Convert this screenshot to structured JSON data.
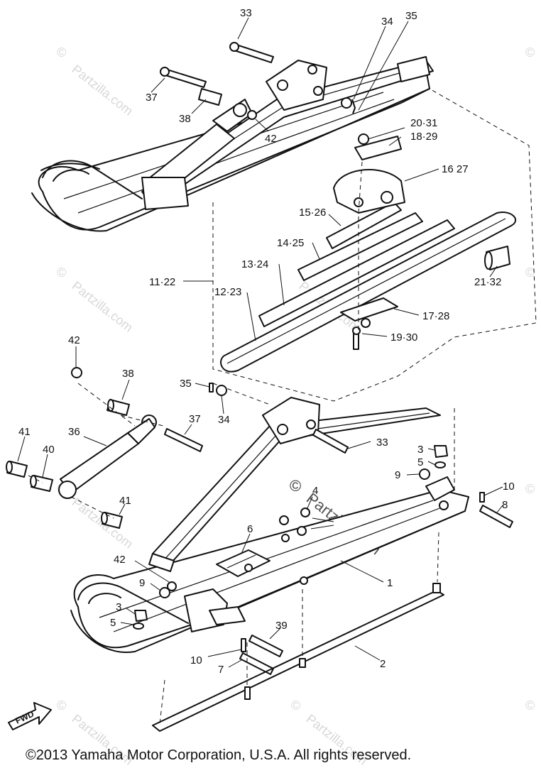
{
  "watermark": {
    "site": "Partzilla.com",
    "symbol": "©"
  },
  "footer": {
    "copyright": "©2013  Yamaha Motor Corporation, U.S.A. All rights reserved."
  },
  "fwd_label": "FWD",
  "callouts": {
    "c33a": "33",
    "c34a": "34",
    "c35a": "35",
    "c37a": "37",
    "c38a": "38",
    "c42a": "42",
    "c2031": "20·31",
    "c1829": "18·29",
    "c1627": "16  27",
    "c1526": "15·26",
    "c1425": "14·25",
    "c1324": "13·24",
    "c1122": "11·22",
    "c1223": "12·23",
    "c2132": "21·32",
    "c1728": "17·28",
    "c1930": "19·30",
    "c42b": "42",
    "c38b": "38",
    "c35b": "35",
    "c34b": "34",
    "c37b": "37",
    "c36": "36",
    "c41a": "41",
    "c40": "40",
    "c33b": "33",
    "c3a": "3",
    "c5a": "5",
    "c9a": "9",
    "c4": "4",
    "c41b": "41",
    "c6": "6",
    "c42c": "42",
    "c9b": "9",
    "c3b": "3",
    "c5b": "5",
    "c39": "39",
    "c10a": "10",
    "c7": "7",
    "c10b": "10",
    "c8": "8",
    "c1": "1",
    "c2": "2"
  }
}
